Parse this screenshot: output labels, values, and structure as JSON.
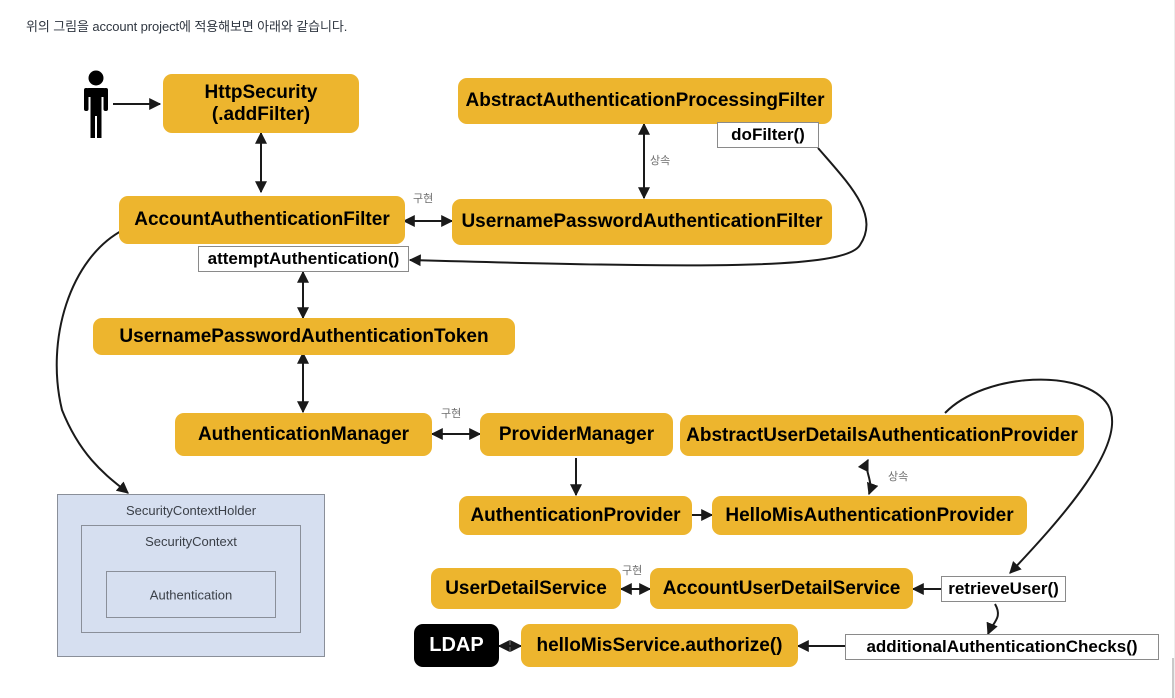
{
  "caption": "위의 그림을 account project에 적용해보면 아래와 같습니다.",
  "colors": {
    "node_orange": "#EDB52E",
    "node_black": "#000000",
    "context_fill": "#D6DFF0",
    "context_border": "#8A8F99",
    "chip_fill": "#FFFFFF",
    "chip_border": "#8A8A8A",
    "arrow": "#1A1A1A",
    "caption_text": "#2F3640",
    "rel_label_text": "#6E6E6E"
  },
  "actor": {
    "name": "user-actor"
  },
  "nodes": {
    "http_security_line1": "HttpSecurity",
    "http_security_line2": "(.addFilter)",
    "abstract_authentication_processing_filter": "AbstractAuthenticationProcessingFilter",
    "account_authentication_filter": "AccountAuthenticationFilter",
    "username_password_authentication_filter": "UsernamePasswordAuthenticationFilter",
    "username_password_authentication_token": "UsernamePasswordAuthenticationToken",
    "authentication_manager": "AuthenticationManager",
    "provider_manager": "ProviderManager",
    "abstract_user_details_authentication_provider": "AbstractUserDetailsAuthenticationProvider",
    "authentication_provider": "AuthenticationProvider",
    "hello_mis_authentication_provider": "HelloMisAuthenticationProvider",
    "user_detail_service": "UserDetailService",
    "account_user_detail_service": "AccountUserDetailService",
    "ldap": "LDAP",
    "hello_mis_service_authorize": "helloMisService.authorize()"
  },
  "chips": {
    "do_filter": "doFilter()",
    "attempt_authentication": "attemptAuthentication()",
    "retrieve_user": "retrieveUser()",
    "additional_authentication_checks": "additionalAuthenticationChecks()"
  },
  "relation_labels": {
    "implements_1": "구현",
    "implements_2": "구현",
    "implements_3": "구현",
    "inherits_1": "상속",
    "inherits_2": "상속"
  },
  "context_group": {
    "holder": "SecurityContextHolder",
    "context": "SecurityContext",
    "authentication": "Authentication"
  },
  "diagram_data": {
    "type": "flow-diagram",
    "title": "Spring Security account project flow",
    "edges": [
      {
        "from": "user-actor",
        "to": "HttpSecurity (.addFilter)",
        "kind": "arrow-single"
      },
      {
        "from": "HttpSecurity (.addFilter)",
        "to": "AccountAuthenticationFilter",
        "kind": "arrow-double"
      },
      {
        "from": "AccountAuthenticationFilter",
        "to": "UsernamePasswordAuthenticationFilter",
        "kind": "arrow-double",
        "label": "구현"
      },
      {
        "from": "AbstractAuthenticationProcessingFilter",
        "to": "UsernamePasswordAuthenticationFilter",
        "kind": "arrow-double",
        "label": "상속"
      },
      {
        "from": "doFilter()",
        "to": "attemptAuthentication()",
        "kind": "curve-arrow"
      },
      {
        "from": "attemptAuthentication()",
        "to": "UsernamePasswordAuthenticationToken",
        "kind": "arrow-double"
      },
      {
        "from": "UsernamePasswordAuthenticationToken",
        "to": "AuthenticationManager",
        "kind": "arrow-double"
      },
      {
        "from": "AuthenticationManager",
        "to": "ProviderManager",
        "kind": "arrow-double",
        "label": "구현"
      },
      {
        "from": "ProviderManager",
        "to": "AuthenticationProvider",
        "kind": "arrow-single"
      },
      {
        "from": "AuthenticationProvider",
        "to": "HelloMisAuthenticationProvider",
        "kind": "arrow-single"
      },
      {
        "from": "AbstractUserDetailsAuthenticationProvider",
        "to": "HelloMisAuthenticationProvider",
        "kind": "arrow-double",
        "label": "상속"
      },
      {
        "from": "AbstractUserDetailsAuthenticationProvider",
        "to": "retrieveUser()",
        "kind": "curve-arrow"
      },
      {
        "from": "retrieveUser()",
        "to": "AccountUserDetailService",
        "kind": "arrow-single"
      },
      {
        "from": "retrieveUser()",
        "to": "additionalAuthenticationChecks()",
        "kind": "curve-arrow"
      },
      {
        "from": "UserDetailService",
        "to": "AccountUserDetailService",
        "kind": "arrow-double",
        "label": "구현"
      },
      {
        "from": "additionalAuthenticationChecks()",
        "to": "helloMisService.authorize()",
        "kind": "arrow-single"
      },
      {
        "from": "helloMisService.authorize()",
        "to": "LDAP",
        "kind": "arrow-double"
      },
      {
        "from": "AccountAuthenticationFilter",
        "to": "SecurityContextHolder",
        "kind": "curve-arrow"
      }
    ]
  }
}
